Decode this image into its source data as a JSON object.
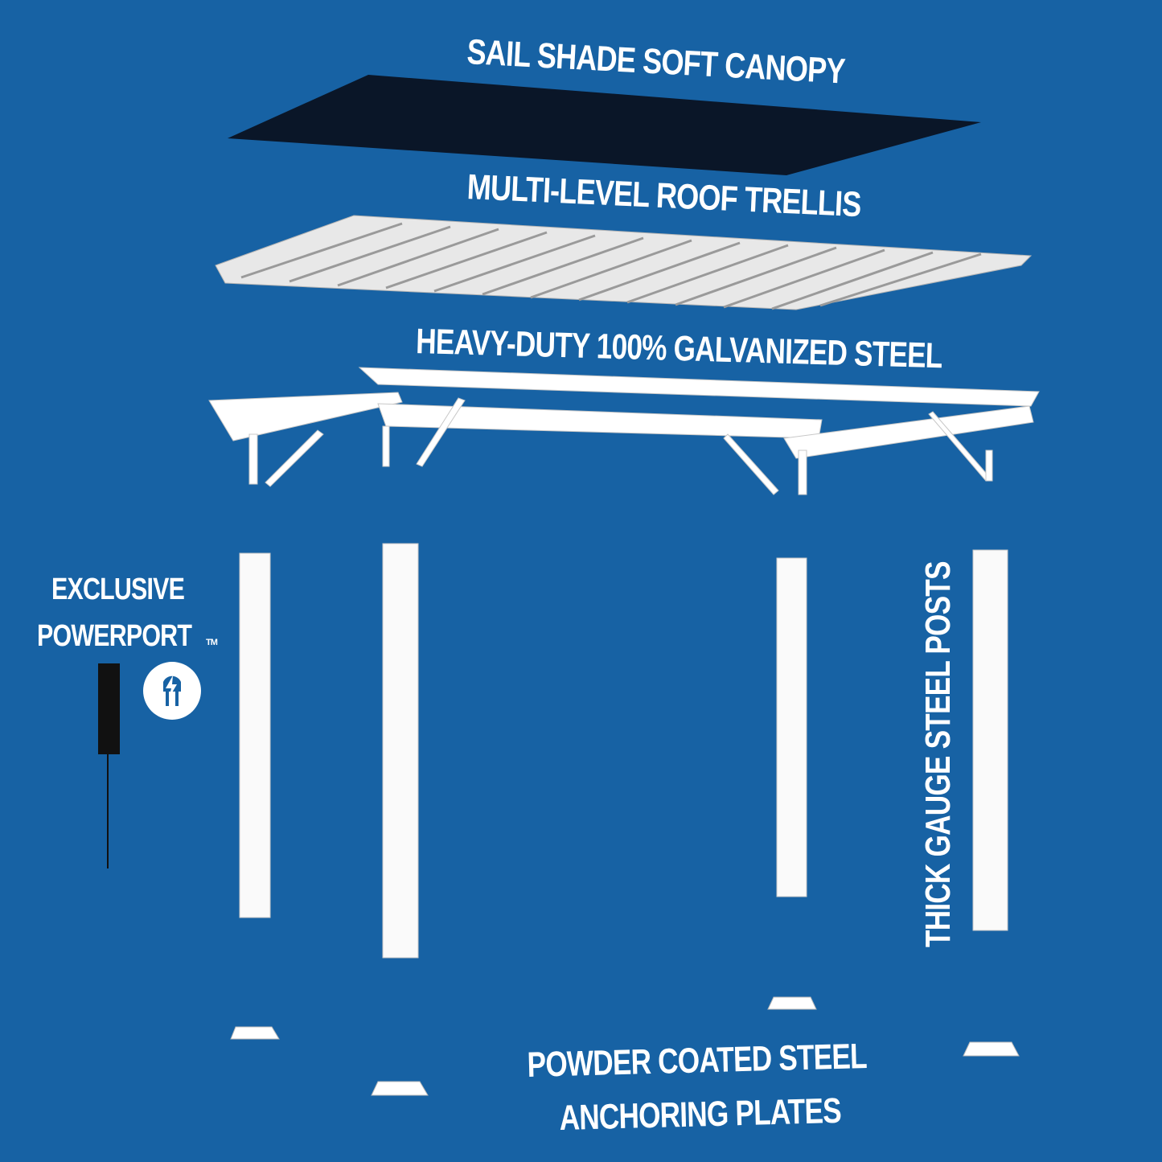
{
  "labels": {
    "canopy": "SAIL SHADE SOFT CANOPY",
    "trellis": "MULTI-LEVEL ROOF TRELLIS",
    "steel": "HEAVY-DUTY 100% GALVANIZED STEEL",
    "powerport_line1": "EXCLUSIVE",
    "powerport_line2": "POWERPORT",
    "trademark": "TM",
    "posts": "THICK GAUGE STEEL POSTS",
    "plates_line1": "POWDER COATED STEEL",
    "plates_line2": "ANCHORING PLATES"
  },
  "colors": {
    "background": "#1762a4",
    "canopy": "#0a1628",
    "structure": "#ffffff"
  }
}
